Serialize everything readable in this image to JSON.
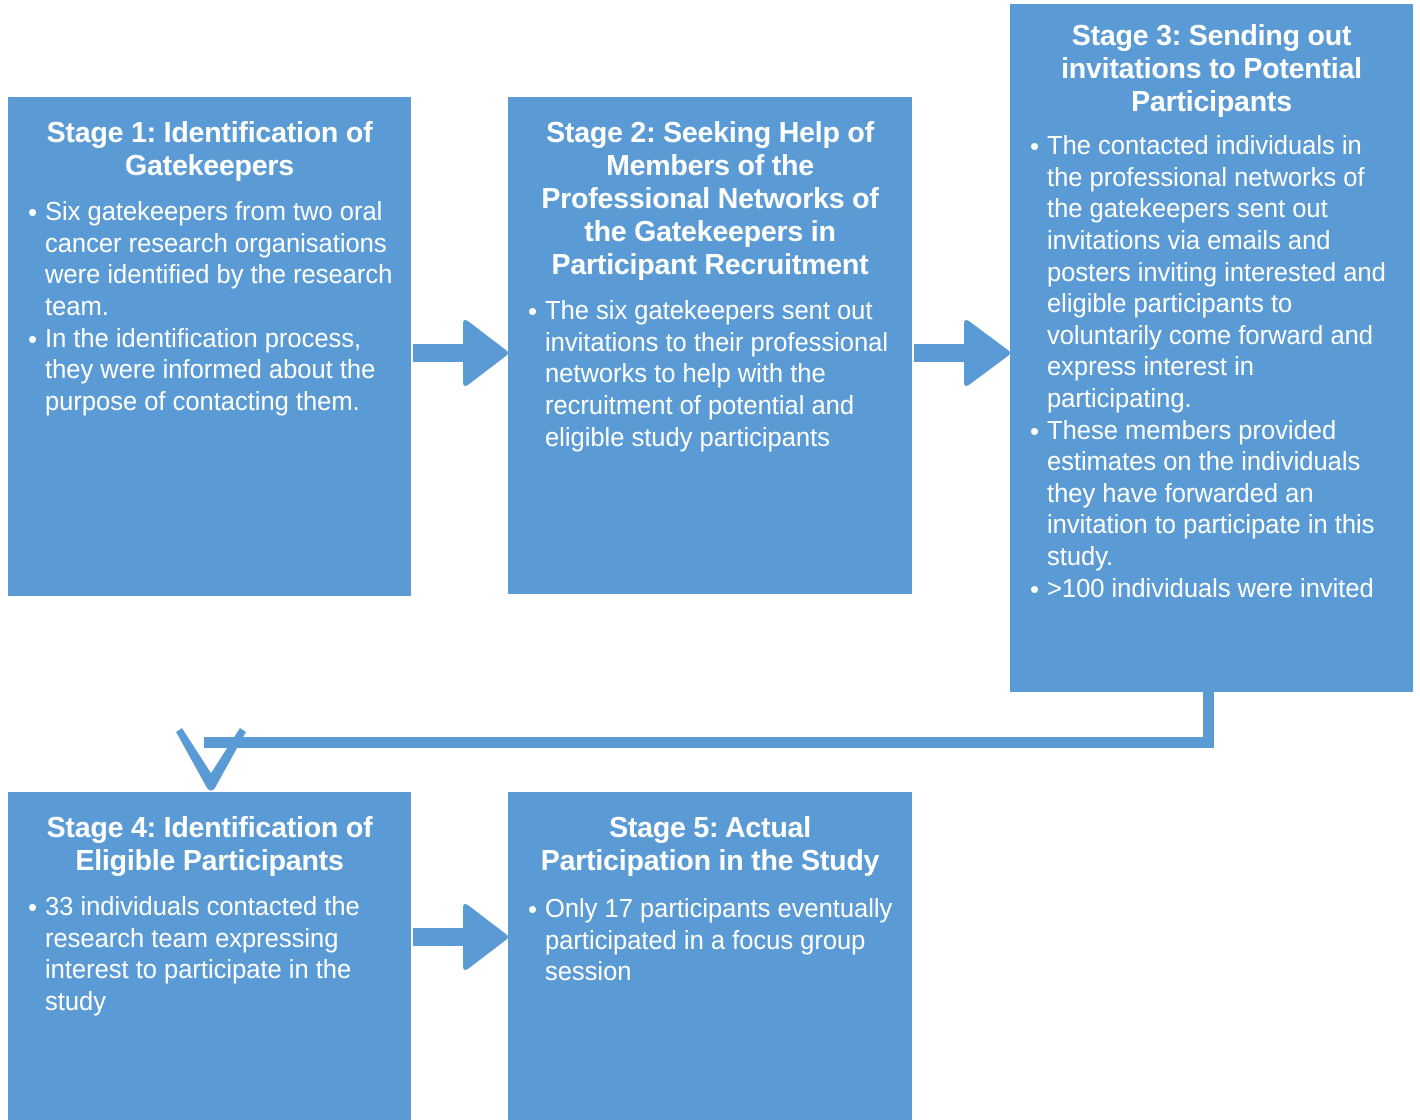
{
  "diagram": {
    "title": "Participant recruitment process stages",
    "accent_color": "#5B9BD5",
    "text_color": "#FFFFFF",
    "background_color": "#FFFFFF"
  },
  "stages": [
    {
      "id": "stage-1",
      "title": "Stage 1: Identification of Gatekeepers",
      "bullets": [
        "Six gatekeepers from two oral cancer research organisations were identified by the research team.",
        "In the identification process, they were informed about the purpose of contacting them."
      ]
    },
    {
      "id": "stage-2",
      "title": "Stage 2: Seeking Help of Members of the Professional Networks of the Gatekeepers in Participant Recruitment",
      "bullets": [
        "The six gatekeepers sent out invitations to their professional networks to help with the recruitment of potential and eligible study participants"
      ]
    },
    {
      "id": "stage-3",
      "title": "Stage 3: Sending out invitations to Potential Participants",
      "bullets": [
        "The contacted individuals in the professional networks of the gatekeepers sent out invitations via emails and posters inviting interested and eligible participants to voluntarily come forward and express interest in participating.",
        "These members provided estimates on the individuals they have forwarded an invitation to participate in this study.",
        ">100 individuals were invited"
      ]
    },
    {
      "id": "stage-4",
      "title": "Stage 4: Identification of Eligible Participants",
      "bullets": [
        "33 individuals contacted the research team expressing interest to participate in the study"
      ]
    },
    {
      "id": "stage-5",
      "title": "Stage 5: Actual Participation in the Study",
      "bullets": [
        "Only 17 participants eventually participated in a focus group session"
      ]
    }
  ],
  "connectors": [
    {
      "id": "arrow-1-2",
      "from": "stage-1",
      "to": "stage-2",
      "direction": "right"
    },
    {
      "id": "arrow-2-3",
      "from": "stage-2",
      "to": "stage-3",
      "direction": "right"
    },
    {
      "id": "arrow-3-4",
      "from": "stage-3",
      "to": "stage-4",
      "direction": "down-elbow"
    },
    {
      "id": "arrow-4-5",
      "from": "stage-4",
      "to": "stage-5",
      "direction": "right"
    }
  ]
}
